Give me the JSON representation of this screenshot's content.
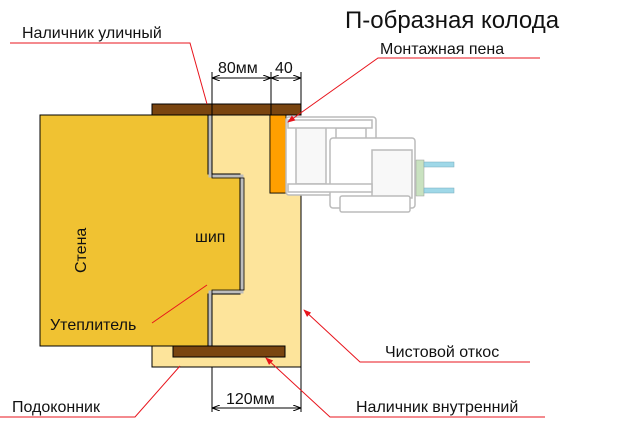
{
  "title": "П-образная колода",
  "labels": {
    "outer_trim": "Наличник уличный",
    "foam": "Монтажная пена",
    "wall": "Стена",
    "tenon": "шип",
    "insulation": "Утеплитель",
    "finish_slope": "Чистовой откос",
    "sill": "Подоконник",
    "inner_trim": "Наличник внутренний"
  },
  "dimensions": {
    "d80": "80мм",
    "d40": "40",
    "d120": "120мм"
  },
  "colors": {
    "wall": "#f0c232",
    "frame": "#fde49b",
    "trim": "#7a4510",
    "foam": "#ff9f00",
    "leader": "#e8141c",
    "glass": "#9fd8e8",
    "bead": "#c9e2c0"
  }
}
